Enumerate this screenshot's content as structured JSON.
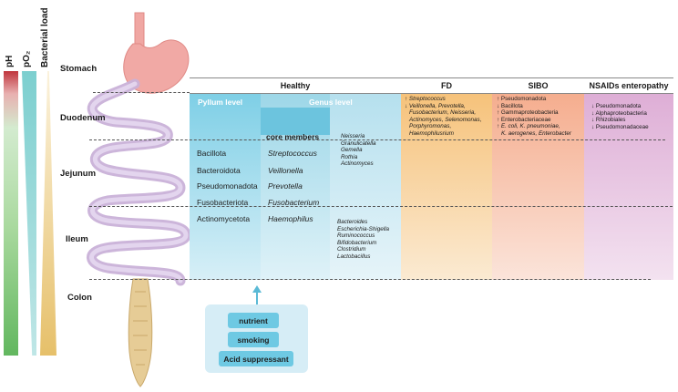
{
  "gradients": {
    "ph": {
      "label": "pH",
      "top_color": "#c83a40",
      "bottom_color": "#63b861"
    },
    "po2": {
      "label": "pO₂",
      "color": "#7ccfcf"
    },
    "bacterial_load": {
      "label": "Bacterial load",
      "color": "#e8c470"
    }
  },
  "segments": [
    "Stomach",
    "Duodenum",
    "Jejunum",
    "Ileum",
    "Colon"
  ],
  "headers": {
    "healthy": "Healthy",
    "fd": "FD",
    "sibo": "SIBO",
    "nsaids": "NSAIDs enteropathy"
  },
  "healthy": {
    "phylum_level": "Pyllum level",
    "genus_level": "Genus level",
    "core_members_title": "core members",
    "phyla": [
      "Bacillota",
      "Bacteroidota",
      "Pseudomonadota",
      "Fusobacteriota",
      "Actinomycetota"
    ],
    "core_members": [
      "Streptococcus",
      "Veillonella",
      "Prevotella",
      "Fusobacterium",
      "Haemophilus"
    ],
    "upper_genera": [
      "Neisseria",
      "Granulicatella",
      "Gemella",
      "Rothia",
      "Actinomyces"
    ],
    "lower_genera": [
      "Bacteroides",
      "Escherichia-Shigella",
      "Ruminococcus",
      "Bifidobacterium",
      "Clostridium",
      "Lactobacillus"
    ]
  },
  "fd": {
    "lines": [
      "↑ Streptococcus",
      "↓ Veillonella, Prevotella,",
      "Fusobacterium, Neisseria,",
      "Actinomyces, Selenomonas,",
      "Porphyromonas,",
      "Haemophilusrium"
    ],
    "color": "#f7c97a"
  },
  "sibo": {
    "lines": [
      "↑ Pseudomonadota",
      "↓ Bacillota",
      "↑ Gammaproteobacteria",
      "↑ Enterobacteriaceae",
      "↑ E. coli, K. pneumoniae,",
      "K. aerogenes, Enterobacter"
    ],
    "color": "#f6b39a"
  },
  "nsaids": {
    "lines": [
      "↓ Pseudomonadota",
      "↓ Alphaproteobacteria",
      "↓ Rhizobiales",
      "↓ Pseudomonadaceae"
    ],
    "color": "#e3b8dc"
  },
  "factors": [
    "nutrient",
    "smoking",
    "Acid suppressant"
  ]
}
